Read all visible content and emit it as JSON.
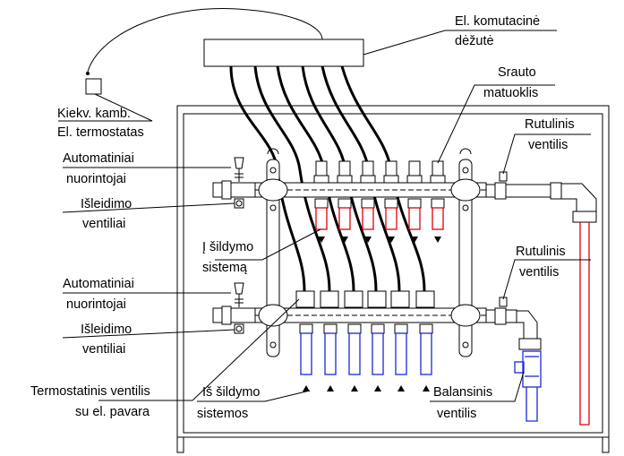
{
  "labels": {
    "junction_box_1": "El. komutacinė",
    "junction_box_2": "dėžutė",
    "flow_meter_1": "Srauto",
    "flow_meter_2": "matuoklis",
    "room_thermostat_1": "Kiekv. kamb.",
    "room_thermostat_2": "El. termostatas",
    "ball_valve_top_1": "Rutulinis",
    "ball_valve_top_2": "ventilis",
    "air_vent_top_1": "Automatiniai",
    "air_vent_top_2": "nuorintojai",
    "drain_top_1": "Išleidimo",
    "drain_top_2": "ventiliai",
    "to_heating_1": "Į šildymo",
    "to_heating_2": "sistemą",
    "ball_valve_bottom_1": "Rutulinis",
    "ball_valve_bottom_2": "ventilis",
    "air_vent_bottom_1": "Automatiniai",
    "air_vent_bottom_2": "nuorintojai",
    "drain_bottom_1": "Išleidimo",
    "drain_bottom_2": "ventiliai",
    "thermo_valve_1": "Termostatinis ventilis",
    "thermo_valve_2": "su el. pavara",
    "from_heating_1": "Iš šildymo",
    "from_heating_2": "sistemos",
    "balancing_valve_1": "Balansinis",
    "balancing_valve_2": "ventilis"
  },
  "colors": {
    "supply": "#e0000a",
    "return": "#1a2ad8",
    "line": "#000000"
  },
  "circuit_count": 6
}
